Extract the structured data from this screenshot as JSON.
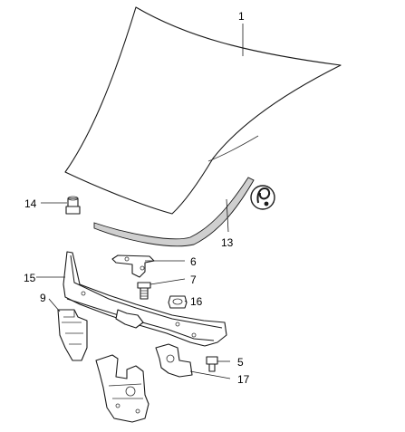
{
  "diagram": {
    "callouts": [
      {
        "id": "1",
        "label": "1"
      },
      {
        "id": "14",
        "label": "14"
      },
      {
        "id": "13",
        "label": "13"
      },
      {
        "id": "6",
        "label": "6"
      },
      {
        "id": "15",
        "label": "15"
      },
      {
        "id": "7",
        "label": "7"
      },
      {
        "id": "16",
        "label": "16"
      },
      {
        "id": "9",
        "label": "9"
      },
      {
        "id": "5",
        "label": "5"
      },
      {
        "id": "17",
        "label": "17"
      }
    ],
    "parts": [
      {
        "callout": "1",
        "name": "hood-panel"
      },
      {
        "callout": "14",
        "name": "bumper-stop"
      },
      {
        "callout": "13",
        "name": "hood-seal"
      },
      {
        "callout": "6",
        "name": "hinge-bracket"
      },
      {
        "callout": "15",
        "name": "lock-support-panel"
      },
      {
        "callout": "7",
        "name": "bolt"
      },
      {
        "callout": "16",
        "name": "nut-clip"
      },
      {
        "callout": "9",
        "name": "cable-bracket"
      },
      {
        "callout": "5",
        "name": "screw"
      },
      {
        "callout": "17",
        "name": "bracket"
      }
    ],
    "icons": [
      "lubricate-symbol-icon"
    ]
  }
}
